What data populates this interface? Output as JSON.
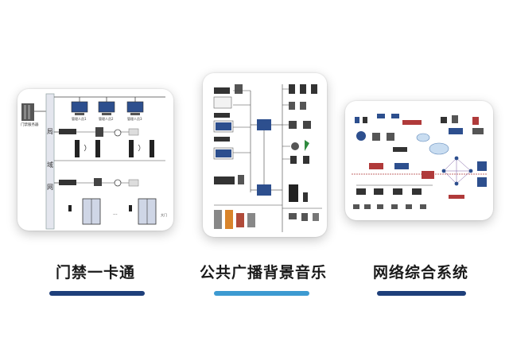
{
  "panels": [
    {
      "title": "门禁一卡通",
      "bar_color": "#1e3f7a",
      "vertical_label": [
        "局",
        "域",
        "网"
      ],
      "labels": [
        "门禁服务器",
        "管理人员1",
        "管理人员2",
        "管理人员3",
        "大门"
      ]
    },
    {
      "title": "公共广播背景音乐",
      "bar_color": "#3d9ad1"
    },
    {
      "title": "网络综合系统",
      "bar_color": "#1e3f7a"
    }
  ]
}
